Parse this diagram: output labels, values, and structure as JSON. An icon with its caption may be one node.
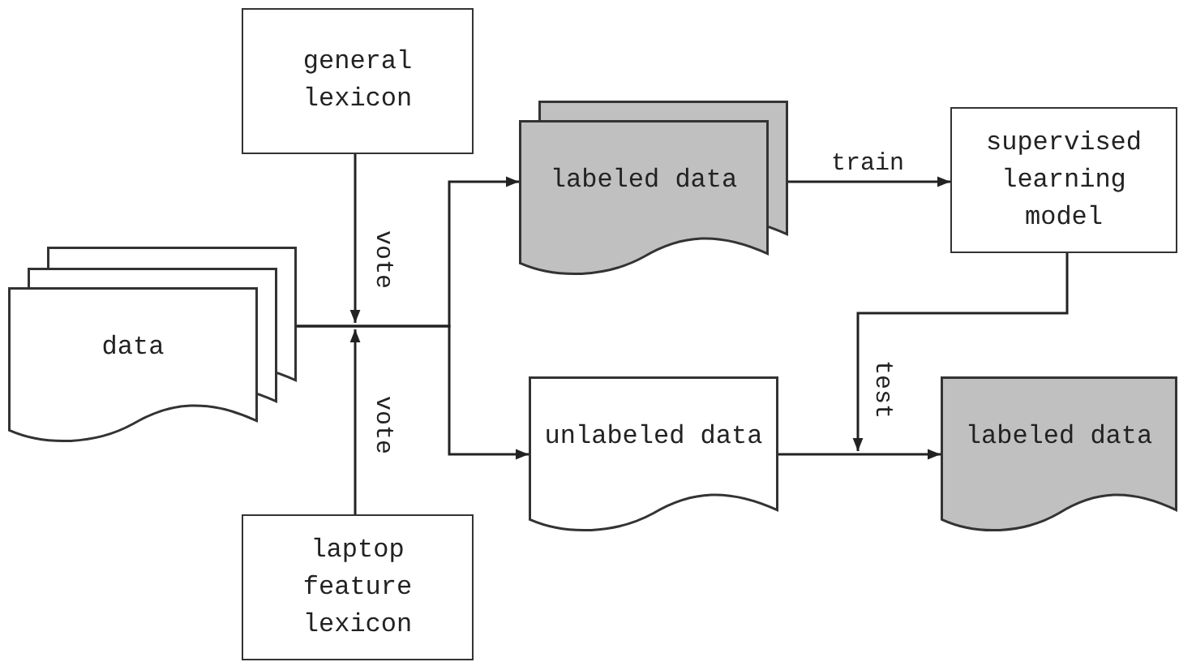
{
  "diagram": {
    "nodes": [
      {
        "text": [
          "general lexicon"
        ]
      },
      {
        "text": [
          "data"
        ]
      },
      {
        "text": [
          "laptop feature lexicon"
        ]
      },
      {
        "text": [
          "labeled data"
        ]
      },
      {
        "text": [
          "supervised learning model"
        ]
      },
      {
        "text": [
          "unlabeled data"
        ]
      },
      {
        "text": [
          "labeled data"
        ]
      }
    ],
    "edges": [
      {
        "from": 1,
        "to": 3,
        "arrow": "to"
      },
      {
        "from": 1,
        "to": 5,
        "arrow": "to"
      },
      {
        "from": 0,
        "to": null,
        "arrow": "to",
        "label": "vote"
      },
      {
        "from": 2,
        "to": null,
        "arrow": "to",
        "label": "vote"
      },
      {
        "from": 3,
        "to": 4,
        "arrow": "to",
        "label": "train"
      },
      {
        "from": 5,
        "to": 6,
        "arrow": "to"
      },
      {
        "from": 4,
        "to": null,
        "arrow": "to",
        "label": "test"
      }
    ]
  }
}
